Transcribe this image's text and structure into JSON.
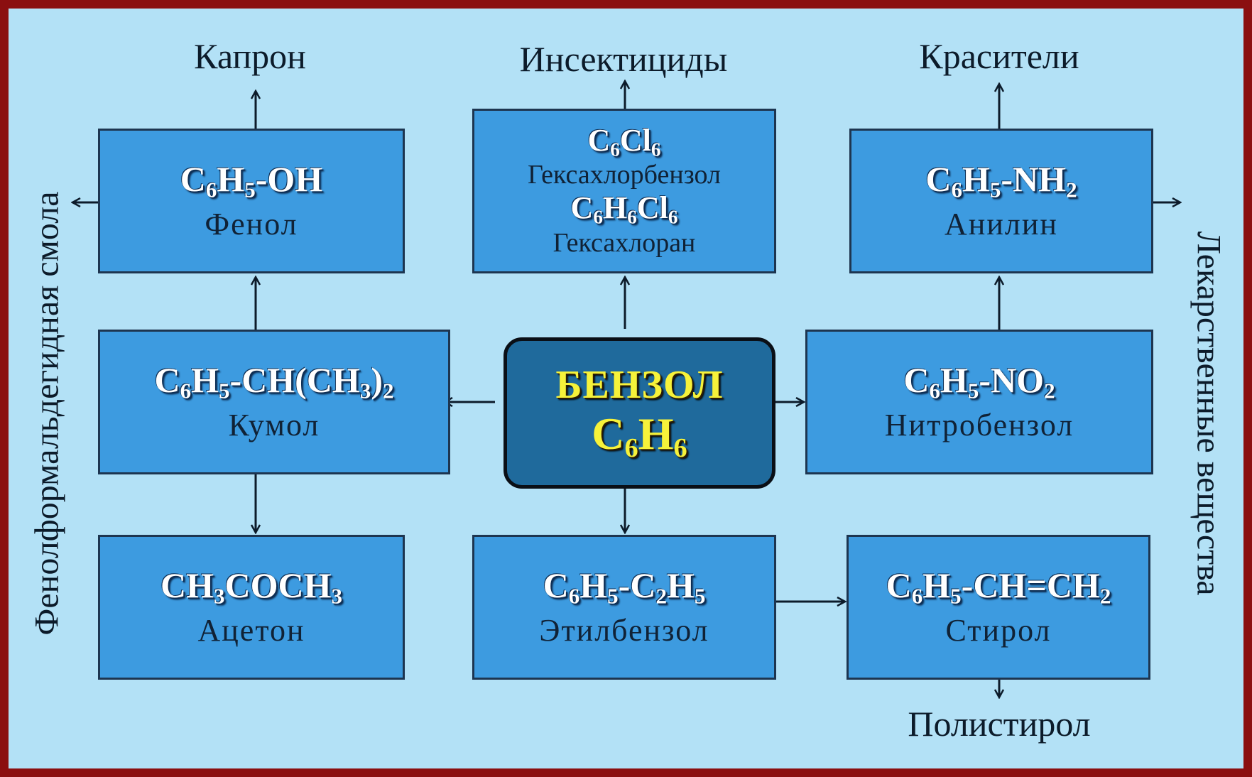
{
  "center": {
    "title": "БЕНЗОЛ",
    "formula": "C",
    "s1": "6",
    "f2": "H",
    "s2": "6"
  },
  "boxes": {
    "phenol": {
      "name": "Фенол"
    },
    "hexachloro": {
      "name1": "Гексахлорбензол",
      "name2": "Гексахлоран"
    },
    "aniline": {
      "name": "Анилин"
    },
    "cumene": {
      "name": "Кумол"
    },
    "nitro": {
      "name": "Нитробензол"
    },
    "acetone": {
      "name": "Ацетон"
    },
    "ethylbenzene": {
      "name": "Этилбензол"
    },
    "styrene": {
      "name": "Стирол"
    }
  },
  "labels": {
    "kapron": "Капрон",
    "insecticides": "Инсектициды",
    "dyes": "Красители",
    "polystyrene": "Полистирол",
    "left_vertical": "Фенолформальдегидная смола",
    "right_vertical": "Лекарственные вещества"
  },
  "colors": {
    "frame": "#8b0f10",
    "background": "#b3e1f6",
    "box": "#3d9be0",
    "center_box": "#1f6a9c",
    "center_text": "#f6f23a"
  }
}
